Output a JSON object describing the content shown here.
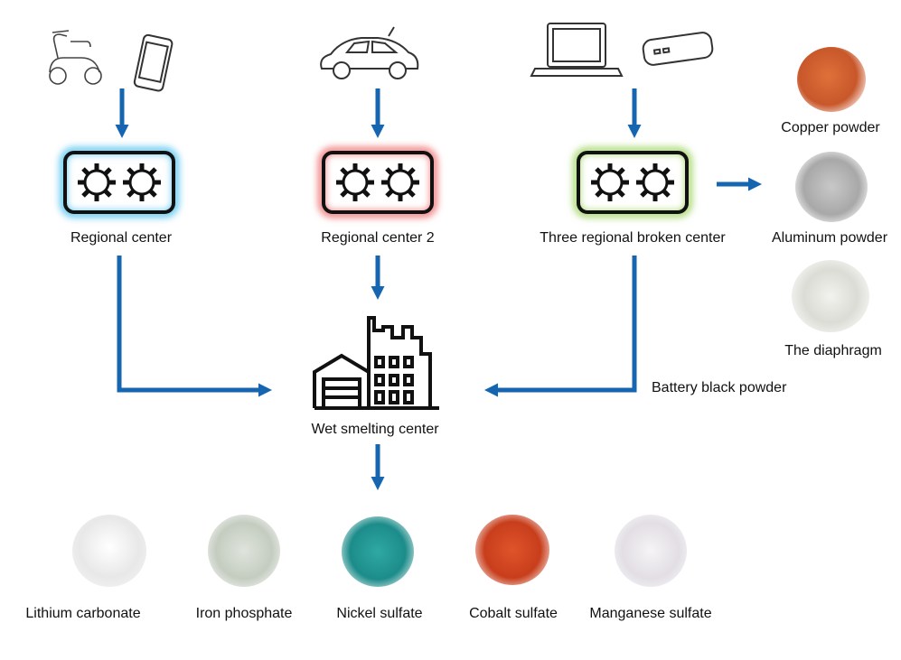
{
  "sources": {
    "group1": [
      "scooter-icon",
      "smartphone-icon"
    ],
    "group2": [
      "car-icon"
    ],
    "group3": [
      "laptop-icon",
      "power-bank-icon"
    ]
  },
  "centers": {
    "regional_1": "Regional center",
    "regional_2": "Regional center 2",
    "regional_3": "Three regional broken center"
  },
  "center_colors": {
    "regional_1": "#5ec8f0",
    "regional_2": "#f07a7a",
    "regional_3": "#a8d870"
  },
  "side_products": {
    "copper": "Copper powder",
    "aluminum": "Aluminum powder",
    "diaphragm": "The diaphragm"
  },
  "black_powder_label": "Battery black powder",
  "smelting_label": "Wet smelting center",
  "final_products": {
    "lithium": "Lithium carbonate",
    "iron": "Iron phosphate",
    "nickel": "Nickel sulfate",
    "cobalt": "Cobalt sulfate",
    "manganese": "Manganese sulfate"
  },
  "arrow_color": "#1565b0"
}
